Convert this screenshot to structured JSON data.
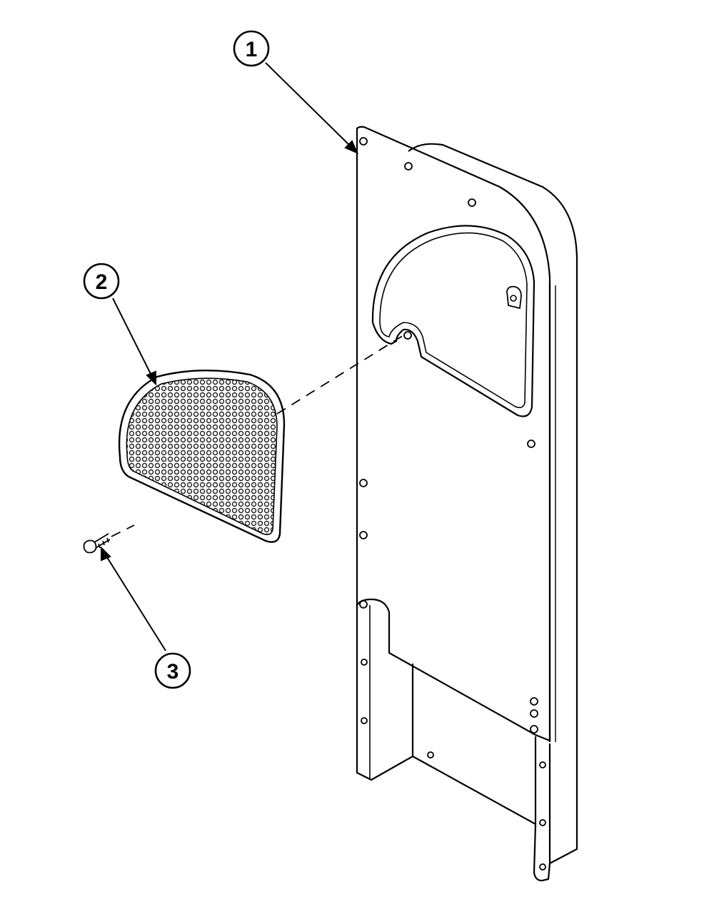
{
  "callouts": [
    {
      "id": "1",
      "label": "1"
    },
    {
      "id": "2",
      "label": "2"
    },
    {
      "id": "3",
      "label": "3"
    }
  ],
  "colors": {
    "line": "#000000",
    "background": "#ffffff",
    "mesh": "#333333"
  }
}
